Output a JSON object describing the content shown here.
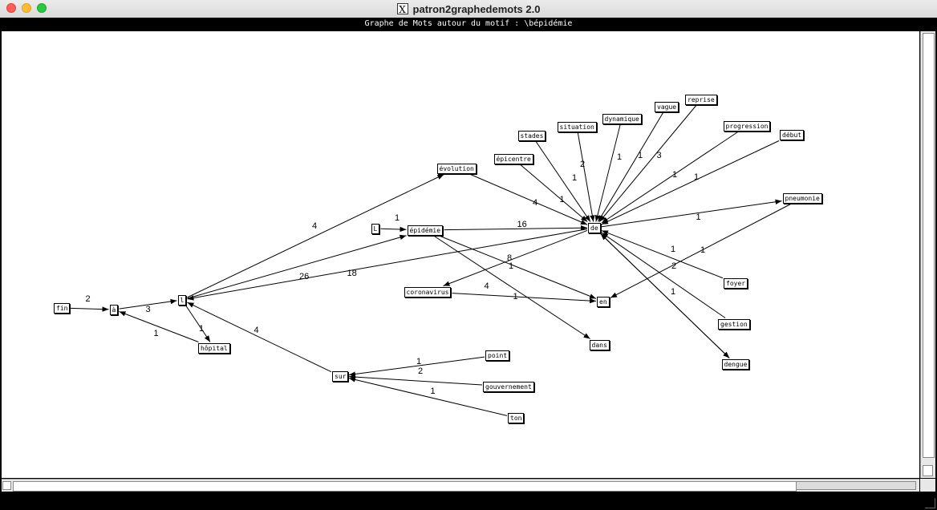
{
  "window": {
    "title": "patron2graphedemots 2.0",
    "logo_glyph": "X",
    "subtitle": "Graphe de Mots autour du motif : \\bépidémie"
  },
  "graph": {
    "nodes": [
      {
        "id": "fin",
        "label": "fin"
      },
      {
        "id": "a",
        "label": "à"
      },
      {
        "id": "l",
        "label": "l"
      },
      {
        "id": "hopital",
        "label": "hôpital"
      },
      {
        "id": "sur",
        "label": "sur"
      },
      {
        "id": "point",
        "label": "point"
      },
      {
        "id": "gouvernement",
        "label": "gouvernement"
      },
      {
        "id": "ton",
        "label": "ton"
      },
      {
        "id": "L",
        "label": "L"
      },
      {
        "id": "epidemie",
        "label": "épidémie"
      },
      {
        "id": "evolution",
        "label": "évolution"
      },
      {
        "id": "coronavirus",
        "label": "coronavirus"
      },
      {
        "id": "epicentre",
        "label": "épicentre"
      },
      {
        "id": "stades",
        "label": "stades"
      },
      {
        "id": "situation",
        "label": "situation"
      },
      {
        "id": "dynamique",
        "label": "dynamique"
      },
      {
        "id": "vague",
        "label": "vague"
      },
      {
        "id": "reprise",
        "label": "reprise"
      },
      {
        "id": "progression",
        "label": "progression"
      },
      {
        "id": "debut",
        "label": "début"
      },
      {
        "id": "de",
        "label": "de"
      },
      {
        "id": "en",
        "label": "en"
      },
      {
        "id": "dans",
        "label": "dans"
      },
      {
        "id": "pneumonie",
        "label": "pneumonie"
      },
      {
        "id": "foyer",
        "label": "foyer"
      },
      {
        "id": "gestion",
        "label": "gestion"
      },
      {
        "id": "dengue",
        "label": "dengue"
      }
    ],
    "edges": [
      {
        "from": "fin",
        "to": "a",
        "weight": "2"
      },
      {
        "from": "a",
        "to": "l",
        "weight": "3"
      },
      {
        "from": "hopital",
        "to": "a",
        "weight": "1"
      },
      {
        "from": "l",
        "to": "hopital",
        "weight": "1"
      },
      {
        "from": "sur",
        "to": "l",
        "weight": "4"
      },
      {
        "from": "l",
        "to": "evolution",
        "weight": "4"
      },
      {
        "from": "l",
        "to": "epidemie",
        "weight": "18"
      },
      {
        "from": "de",
        "to": "l",
        "weight": "26"
      },
      {
        "from": "L",
        "to": "epidemie",
        "weight": "1"
      },
      {
        "from": "epidemie",
        "to": "de",
        "weight": "16"
      },
      {
        "from": "epidemie",
        "to": "en",
        "weight": "8"
      },
      {
        "from": "epidemie",
        "to": "dans",
        "weight": "4"
      },
      {
        "from": "evolution",
        "to": "de",
        "weight": "4"
      },
      {
        "from": "de",
        "to": "coronavirus",
        "weight": "1"
      },
      {
        "from": "coronavirus",
        "to": "en",
        "weight": "1"
      },
      {
        "from": "point",
        "to": "sur",
        "weight": "1"
      },
      {
        "from": "gouvernement",
        "to": "sur",
        "weight": "2"
      },
      {
        "from": "ton",
        "to": "sur",
        "weight": "1"
      },
      {
        "from": "epicentre",
        "to": "de",
        "weight": "1"
      },
      {
        "from": "stades",
        "to": "de",
        "weight": "1"
      },
      {
        "from": "situation",
        "to": "de",
        "weight": "2"
      },
      {
        "from": "dynamique",
        "to": "de",
        "weight": "1"
      },
      {
        "from": "vague",
        "to": "de",
        "weight": "1"
      },
      {
        "from": "reprise",
        "to": "de",
        "weight": "3"
      },
      {
        "from": "progression",
        "to": "de",
        "weight": "1"
      },
      {
        "from": "debut",
        "to": "de",
        "weight": "1"
      },
      {
        "from": "de",
        "to": "pneumonie",
        "weight": "1"
      },
      {
        "from": "pneumonie",
        "to": "en",
        "weight": "1"
      },
      {
        "from": "foyer",
        "to": "de",
        "weight": "1"
      },
      {
        "from": "gestion",
        "to": "de",
        "weight": "2"
      },
      {
        "from": "de",
        "to": "dengue",
        "weight": "1"
      },
      {
        "from": "dengue",
        "to": "de",
        "weight": ""
      }
    ]
  }
}
